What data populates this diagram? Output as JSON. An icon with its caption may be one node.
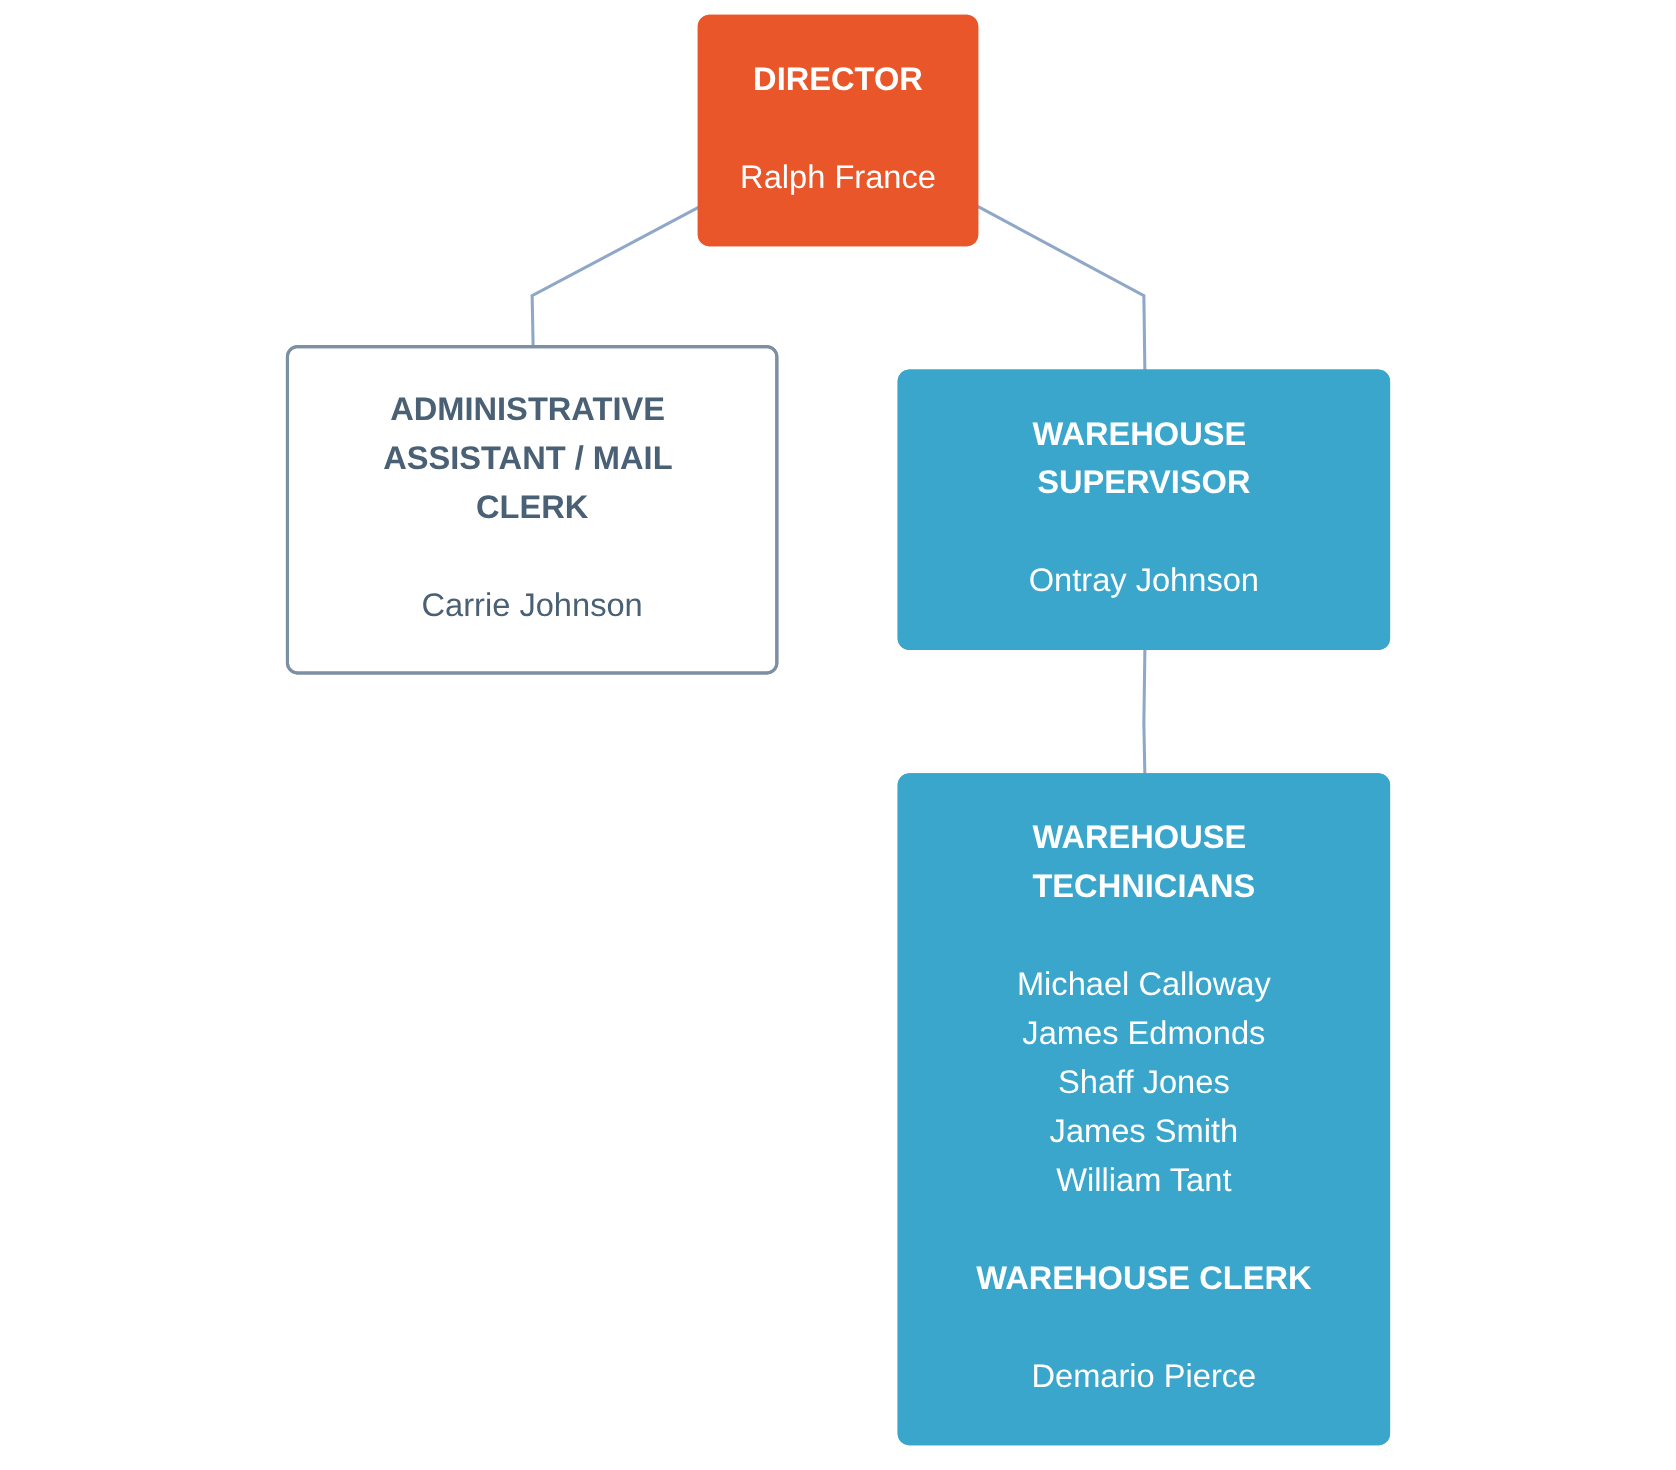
{
  "diagram": {
    "nodes": [
      {
        "text": [
          "DIRECTOR",
          "Ralph France"
        ]
      },
      {
        "text": [
          "ADMINISTRATIVE ASSISTANT / MAIL CLERK",
          "Carrie Johnson"
        ]
      },
      {
        "text": [
          "WAREHOUSE SUPERVISOR",
          "Ontray Johnson"
        ]
      },
      {
        "text": [
          "WAREHOUSE TECHNICIANS",
          "Michael Calloway",
          "James Edmonds",
          "Shaff Jones",
          "James Smith",
          "William Tant",
          "WAREHOUSE CLERK",
          "Demario Pierce"
        ]
      }
    ],
    "edges": [
      {
        "from": 0,
        "to": 2,
        "arrow": "none"
      },
      {
        "from": 0,
        "to": 1,
        "arrow": "none"
      },
      {
        "from": 2,
        "to": 3,
        "arrow": "none"
      }
    ]
  }
}
